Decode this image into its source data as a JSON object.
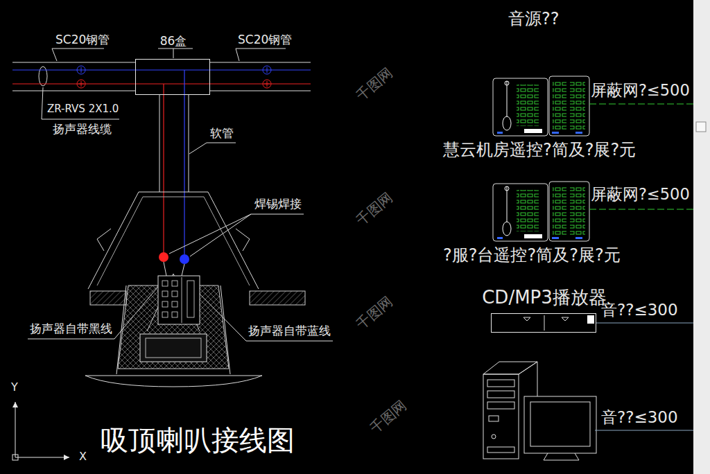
{
  "diagram": {
    "title": "吸顶喇叭接线图",
    "nodes": [
      {
        "text": [
          "86盒"
        ]
      },
      {
        "text": [
          "慧云机房遥控?简及?展?元"
        ]
      },
      {
        "text": [
          "?服?台遥控?简及?展?元"
        ]
      },
      {
        "text": [
          "CD/MP3播放器"
        ]
      }
    ],
    "labels": [
      "SC20钢管",
      "SC20钢管",
      "ZR-RVS 2X1.0",
      "扬声器线缆",
      "软管",
      "焊锡焊接",
      "扬声器自带黑线",
      "扬声器自带蓝线",
      "Y",
      "X",
      "音源??",
      "屏蔽网?≤500",
      "屏蔽网?≤500",
      "音??≤300",
      "音??≤300",
      "千图网",
      "千图网",
      "千图网",
      "千图网"
    ]
  }
}
